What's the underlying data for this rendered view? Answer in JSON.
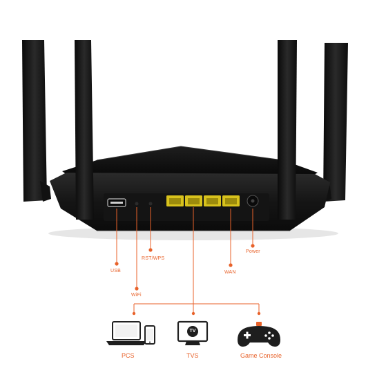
{
  "colors": {
    "accent": "#e8622a",
    "router_body": "#1a1a1a",
    "port_yellow": "#d8c21c"
  },
  "port_labels": {
    "usb": "USB",
    "wifi": "WiFi",
    "rst_wps": "RST/WPS",
    "wan": "WAN",
    "power": "Power"
  },
  "devices": {
    "pcs": {
      "label": "PCS",
      "icons": [
        "laptop-icon",
        "smartphone-icon"
      ]
    },
    "tvs": {
      "label": "TVS",
      "icons": [
        "tv-icon"
      ],
      "icon_text": "TV"
    },
    "game_console": {
      "label": "Game Console",
      "icons": [
        "gamepad-icon"
      ]
    }
  }
}
